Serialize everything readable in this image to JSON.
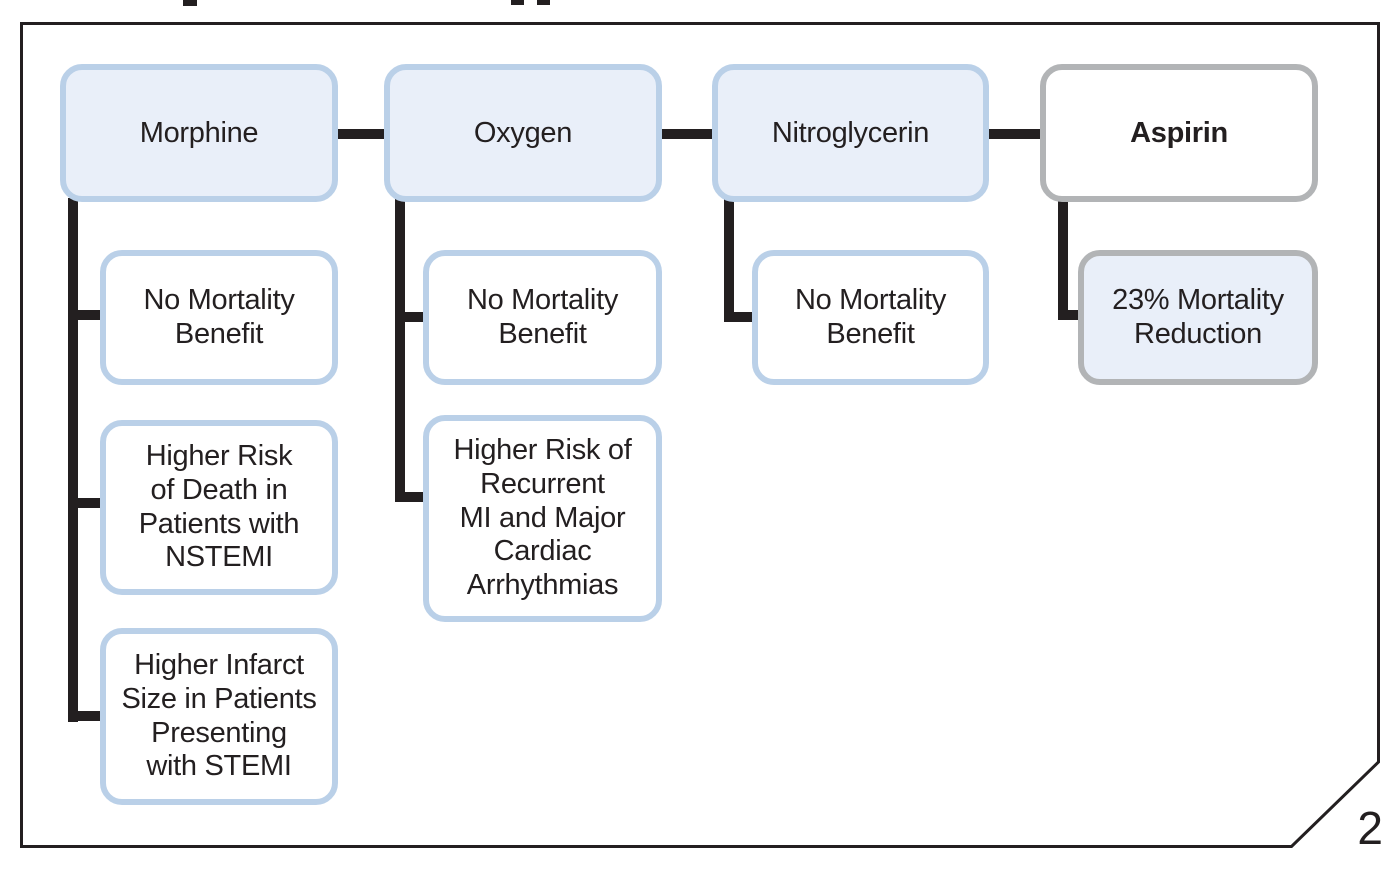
{
  "page": {
    "number": "2"
  },
  "colors": {
    "ink": "#231f20",
    "box-blue-fill": "#e9eff9",
    "box-blue-border": "#bad0e8",
    "box-gray-border": "#b2b4b6",
    "box-white": "#ffffff"
  },
  "diagram": {
    "columns": [
      {
        "title": "Morphine",
        "children": [
          {
            "text": "No Mortality\nBenefit"
          },
          {
            "text": "Higher Risk\nof Death in\nPatients with\nNSTEMI"
          },
          {
            "text": "Higher Infarct\nSize in Patients\nPresenting\nwith STEMI"
          }
        ]
      },
      {
        "title": "Oxygen",
        "children": [
          {
            "text": "No Mortality\nBenefit"
          },
          {
            "text": "Higher Risk of\nRecurrent\nMI and Major\nCardiac\nArrhythmias"
          }
        ]
      },
      {
        "title": "Nitroglycerin",
        "children": [
          {
            "text": "No Mortality\nBenefit"
          }
        ]
      },
      {
        "title": "Aspirin",
        "children": [
          {
            "text": "23% Mortality\nReduction"
          }
        ]
      }
    ]
  }
}
